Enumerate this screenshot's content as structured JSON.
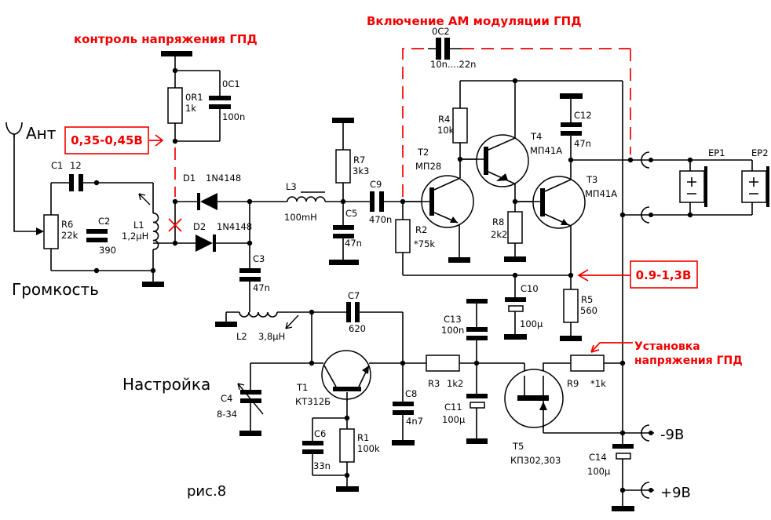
{
  "titles": {
    "monitor": "контроль напряжения ГПД",
    "am_mod": "Включение АМ модуляции ГПД",
    "set_line1": "Установка",
    "set_line2": "напряжения ГПД"
  },
  "callouts": {
    "v_monitor": "0,35-0,45В",
    "v_emitter": "0.9-1,3В"
  },
  "labels": {
    "antenna": "Ант",
    "volume": "Громкость",
    "tuning": "Настройка",
    "figure": "рис.8",
    "v_neg": "-9В",
    "v_pos": "+9В"
  },
  "colors": {
    "accent": "#f20000",
    "ink": "#000000",
    "background": "#ffffff"
  },
  "components": {
    "r0r1": {
      "ref": "0R1",
      "value": "1k"
    },
    "c0c1": {
      "ref": "0C1",
      "value": "100n"
    },
    "c0c2": {
      "ref": "0C2",
      "value": "10n....22n"
    },
    "c1": {
      "ref": "C1",
      "value": "12"
    },
    "c2": {
      "ref": "C2",
      "value": "390"
    },
    "c3": {
      "ref": "C3",
      "value": "47n"
    },
    "c4": {
      "ref": "C4",
      "value": "8-34"
    },
    "c5": {
      "ref": "C5",
      "value": "47n"
    },
    "c6": {
      "ref": "C6",
      "value": "33n"
    },
    "c7": {
      "ref": "C7",
      "value": "620"
    },
    "c8": {
      "ref": "C8",
      "value": "4n7"
    },
    "c9": {
      "ref": "C9",
      "value": "470n"
    },
    "c10": {
      "ref": "C10",
      "value": "100µ"
    },
    "c11": {
      "ref": "C11",
      "value": "100µ"
    },
    "c12": {
      "ref": "C12",
      "value": "47n"
    },
    "c13": {
      "ref": "C13",
      "value": "100n"
    },
    "c14": {
      "ref": "C14",
      "value": "100µ"
    },
    "r1": {
      "ref": "R1",
      "value": "100k"
    },
    "r2": {
      "ref": "R2",
      "value": "*75k"
    },
    "r3": {
      "ref": "R3",
      "value": "1k2"
    },
    "r4": {
      "ref": "R4",
      "value": "10k"
    },
    "r5": {
      "ref": "R5",
      "value": "560"
    },
    "r6": {
      "ref": "R6",
      "value": "22k"
    },
    "r7": {
      "ref": "R7",
      "value": "3k3"
    },
    "r8": {
      "ref": "R8",
      "value": "2k2"
    },
    "r9": {
      "ref": "R9",
      "value": "*1k"
    },
    "l1": {
      "ref": "L1",
      "value": "1,2µH"
    },
    "l2": {
      "ref": "L2",
      "value": "3,8µH"
    },
    "l3": {
      "ref": "L3",
      "value": "100mH"
    },
    "d1": {
      "ref": "D1",
      "value": "1N4148"
    },
    "d2": {
      "ref": "D2",
      "value": "1N4148"
    },
    "t1": {
      "ref": "T1",
      "value": "КТ312Б"
    },
    "t2": {
      "ref": "T2",
      "value": "МП28"
    },
    "t3": {
      "ref": "T3",
      "value": "МП41А"
    },
    "t4": {
      "ref": "T4",
      "value": "МП41А"
    },
    "t5": {
      "ref": "T5",
      "value": "КП302,303"
    },
    "ep1": {
      "ref": "EP1"
    },
    "ep2": {
      "ref": "EP2"
    }
  }
}
